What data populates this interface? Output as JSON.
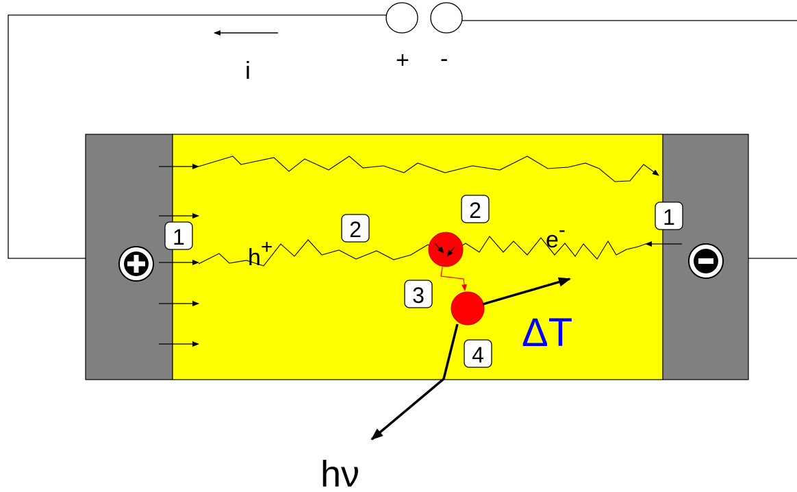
{
  "battery": {
    "plus": "+",
    "minus": "-"
  },
  "current_label": "i",
  "electrodes": {
    "anode_sign": "+",
    "cathode_sign": "-"
  },
  "carriers": {
    "hole_base": "h",
    "hole_sup": "+",
    "electron_base": "e",
    "electron_sup": "-"
  },
  "steps": [
    "1",
    "1",
    "2",
    "2",
    "3",
    "4"
  ],
  "delta_t": "ΔT",
  "photon": "hν",
  "colors": {
    "semiconductor": "#ffff00",
    "electrode": "#808080",
    "recombination": "#ff0000",
    "delta_t": "#0000ff"
  }
}
